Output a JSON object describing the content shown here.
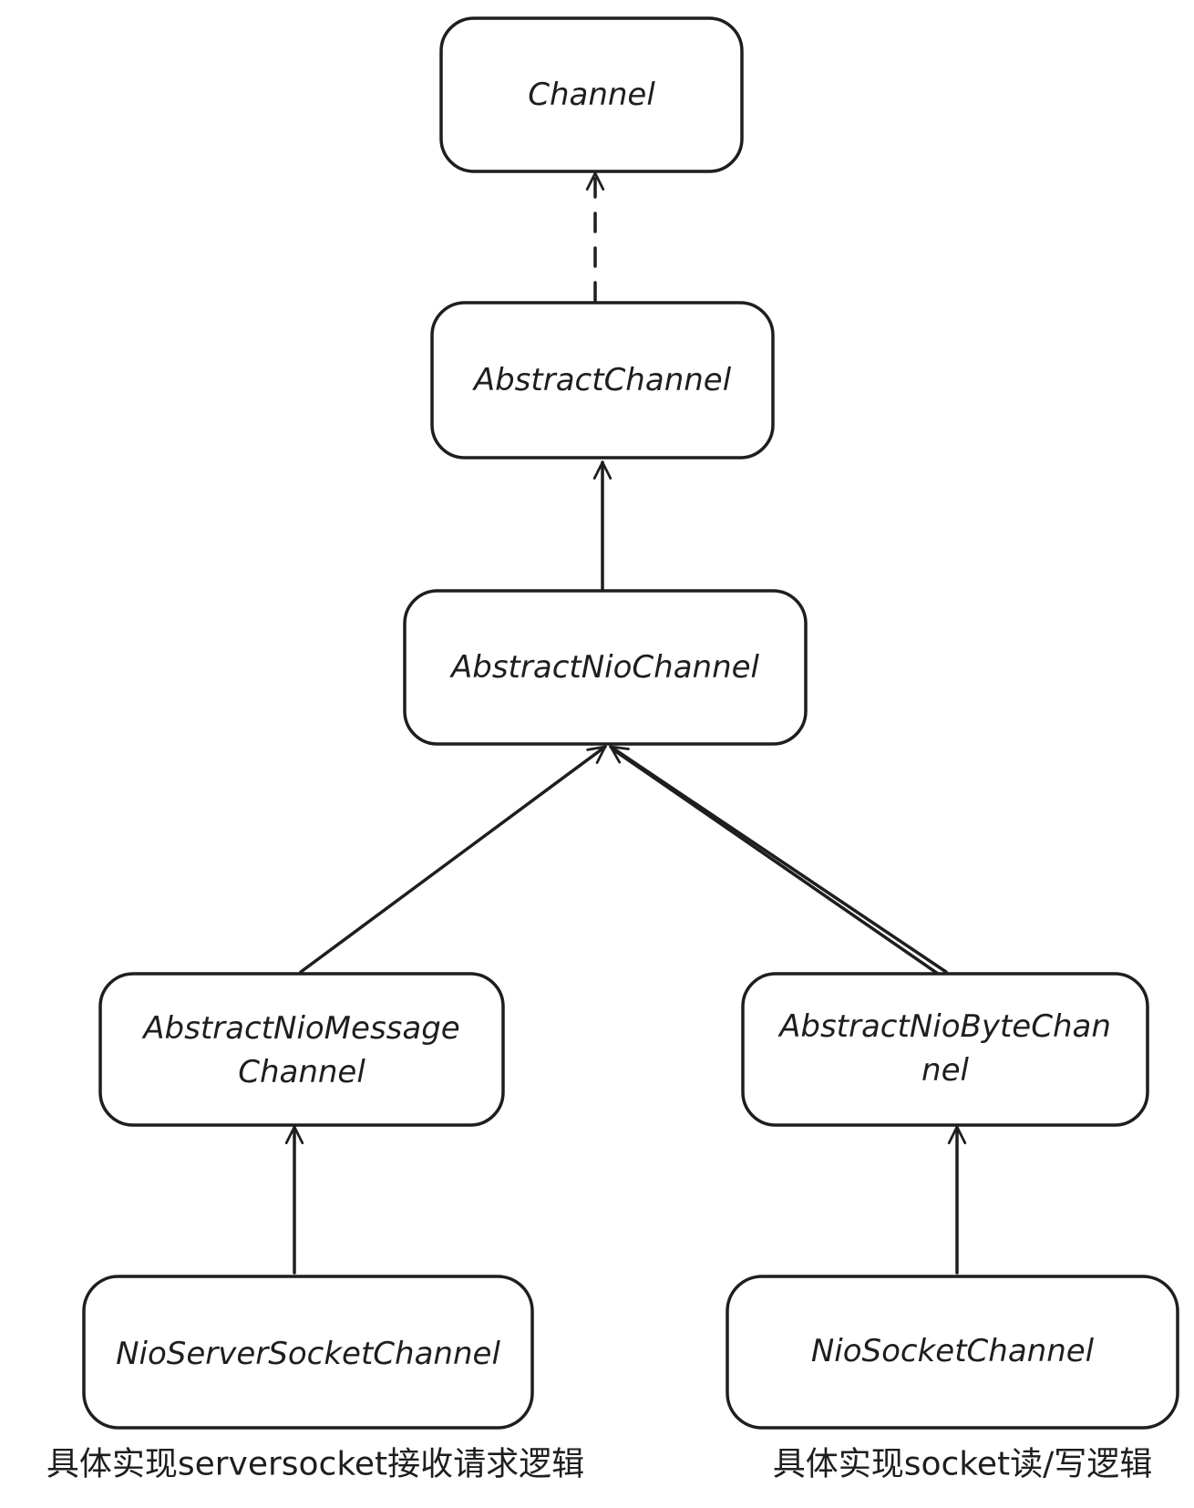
{
  "nodes": {
    "channel": {
      "label": "Channel"
    },
    "abstract_channel": {
      "label": "AbstractChannel"
    },
    "abstract_nio_channel": {
      "label": "AbstractNioChannel"
    },
    "abstract_nio_message_channel": {
      "label_line1": "AbstractNioMessage",
      "label_line2": "Channel"
    },
    "abstract_nio_byte_channel": {
      "label_line1": "AbstractNioByteChan",
      "label_line2": "nel"
    },
    "nio_server_socket_channel": {
      "label": "NioServerSocketChannel"
    },
    "nio_socket_channel": {
      "label": "NioSocketChannel"
    }
  },
  "edges": [
    {
      "from": "abstract_channel",
      "to": "channel",
      "style": "dashed"
    },
    {
      "from": "abstract_nio_channel",
      "to": "abstract_channel",
      "style": "solid"
    },
    {
      "from": "abstract_nio_message_channel",
      "to": "abstract_nio_channel",
      "style": "solid"
    },
    {
      "from": "abstract_nio_byte_channel",
      "to": "abstract_nio_channel",
      "style": "solid"
    },
    {
      "from": "nio_server_socket_channel",
      "to": "abstract_nio_message_channel",
      "style": "solid"
    },
    {
      "from": "nio_socket_channel",
      "to": "abstract_nio_byte_channel",
      "style": "solid"
    }
  ],
  "captions": {
    "server_socket_note": "具体实现serversocket接收请求逻辑",
    "socket_note": "具体实现socket读/写逻辑"
  },
  "colors": {
    "stroke": "#1e1e1e",
    "background": "#ffffff"
  }
}
